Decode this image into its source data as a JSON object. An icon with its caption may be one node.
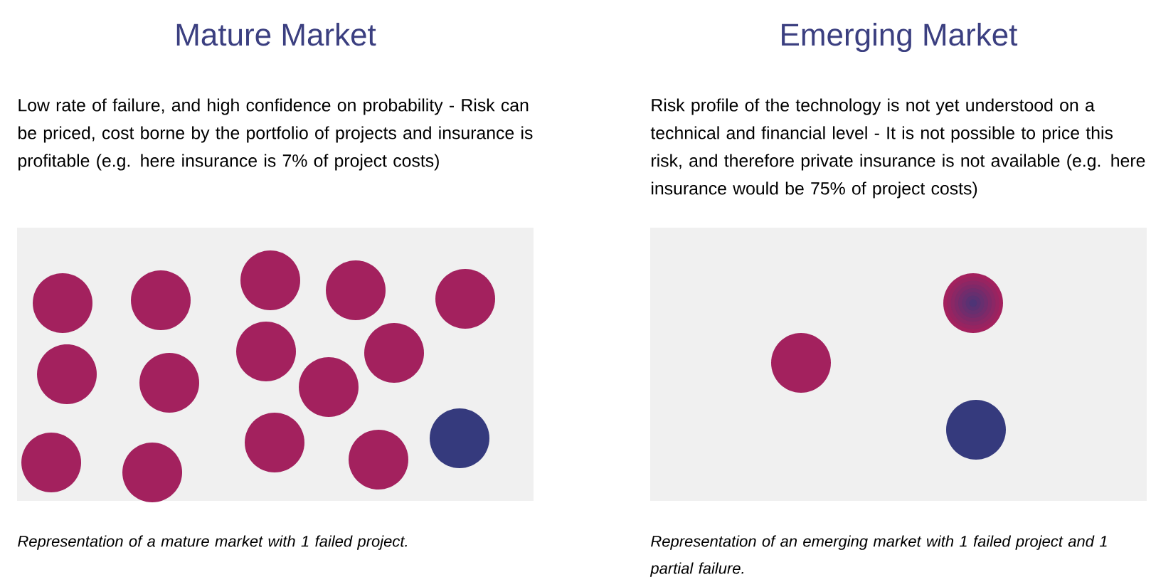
{
  "diagram": {
    "nodes": [
      {
        "text": [
          "Mature Market",
          "Low rate of failure, and high confidence on probability - Risk can be priced, cost borne by the portfolio of projects and insurance is profitable (e.g. here insurance is 7% of project costs)"
        ],
        "beside": [
          "Representation of a mature market with 1 failed project."
        ]
      },
      {
        "text": [],
        "shape": "circle",
        "in": 0
      },
      {
        "text": [],
        "shape": "circle",
        "in": 0
      },
      {
        "text": [],
        "shape": "circle",
        "in": 0
      },
      {
        "text": [],
        "shape": "circle",
        "in": 0
      },
      {
        "text": [],
        "shape": "circle",
        "in": 0
      },
      {
        "text": [],
        "shape": "circle",
        "in": 0
      },
      {
        "text": [],
        "shape": "circle",
        "in": 0
      },
      {
        "text": [],
        "shape": "circle",
        "in": 0
      },
      {
        "text": [],
        "shape": "circle",
        "in": 0
      },
      {
        "text": [],
        "shape": "circle",
        "in": 0
      },
      {
        "text": [],
        "shape": "circle",
        "in": 0
      },
      {
        "text": [],
        "shape": "circle",
        "in": 0
      },
      {
        "text": [],
        "shape": "circle",
        "in": 0
      },
      {
        "text": [],
        "shape": "circle",
        "in": 0
      },
      {
        "text": [],
        "shape": "circle",
        "in": 0
      },
      {
        "text": [
          "Emerging Market",
          "Risk profile of the technology is not yet understood on a technical and financial level - It is not possible to price this risk, and therefore private insurance is not available (e.g. here insurance would be 75% of project costs)"
        ],
        "beside": [
          "Representation of an emerging market with 1 failed project and 1 partial failure."
        ]
      },
      {
        "text": [],
        "shape": "circle",
        "in": 16
      },
      {
        "text": [],
        "shape": "circle",
        "in": 16
      },
      {
        "text": [],
        "shape": "circle",
        "in": 16
      }
    ]
  }
}
